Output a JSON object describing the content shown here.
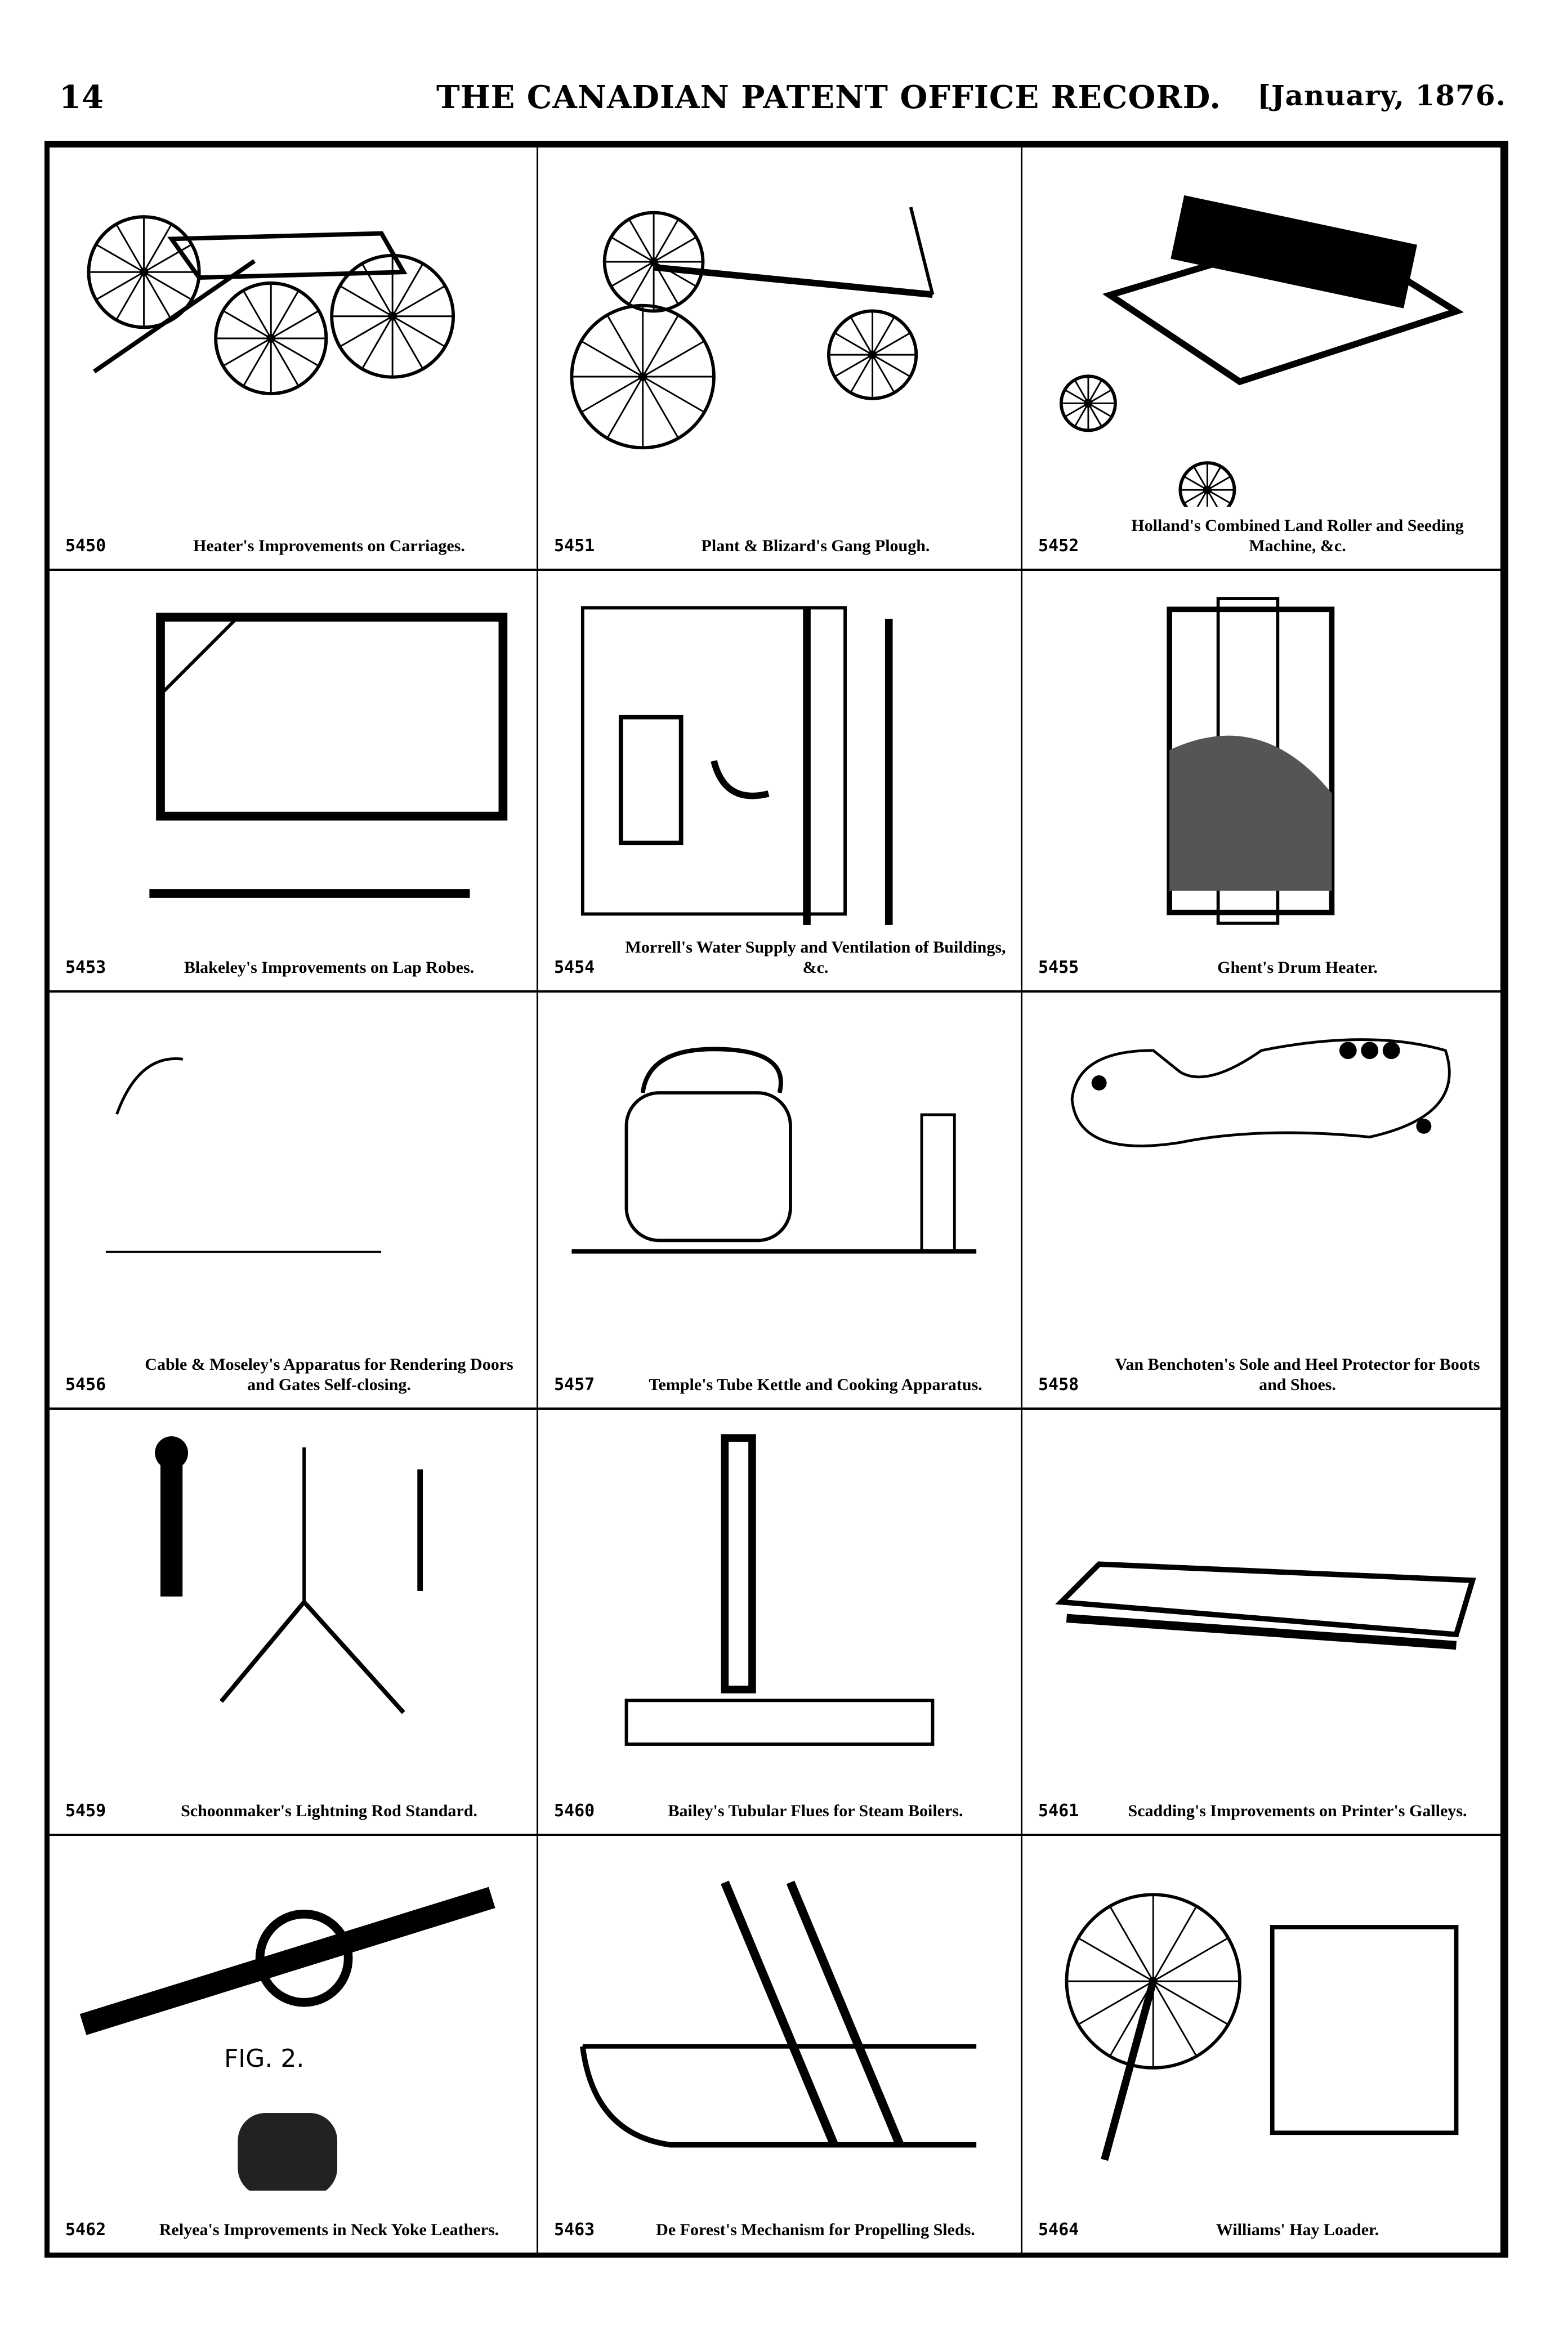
{
  "header": {
    "page_number": "14",
    "title": "THE CANADIAN PATENT OFFICE RECORD.",
    "date": "[January, 1876."
  },
  "patents": [
    {
      "number": "5450",
      "caption": "Heater's Improvements on Carriages."
    },
    {
      "number": "5451",
      "caption": "Plant & Blizard's Gang Plough."
    },
    {
      "number": "5452",
      "caption": "Holland's Combined Land Roller and Seeding Machine, &c."
    },
    {
      "number": "5453",
      "caption": "Blakeley's Improvements on Lap Robes."
    },
    {
      "number": "5454",
      "caption": "Morrell's Water Supply and Ventilation of Buildings, &c."
    },
    {
      "number": "5455",
      "caption": "Ghent's Drum Heater."
    },
    {
      "number": "5456",
      "caption": "Cable & Moseley's Apparatus for Rendering Doors and Gates Self-closing."
    },
    {
      "number": "5457",
      "caption": "Temple's Tube Kettle and Cooking Apparatus."
    },
    {
      "number": "5458",
      "caption": "Van Benchoten's Sole and Heel Protector for Boots and Shoes."
    },
    {
      "number": "5459",
      "caption": "Schoonmaker's Lightning Rod Standard."
    },
    {
      "number": "5460",
      "caption": "Bailey's Tubular Flues for Steam Boilers."
    },
    {
      "number": "5461",
      "caption": "Scadding's Improvements on Printer's Galleys."
    },
    {
      "number": "5462",
      "caption": "Relyea's Improvements in Neck Yoke Leathers."
    },
    {
      "number": "5463",
      "caption": "De Forest's Mechanism for Propelling Sleds."
    },
    {
      "number": "5464",
      "caption": "Williams' Hay Loader."
    }
  ],
  "figure_labels": {
    "fig2": "FIG. 2."
  }
}
